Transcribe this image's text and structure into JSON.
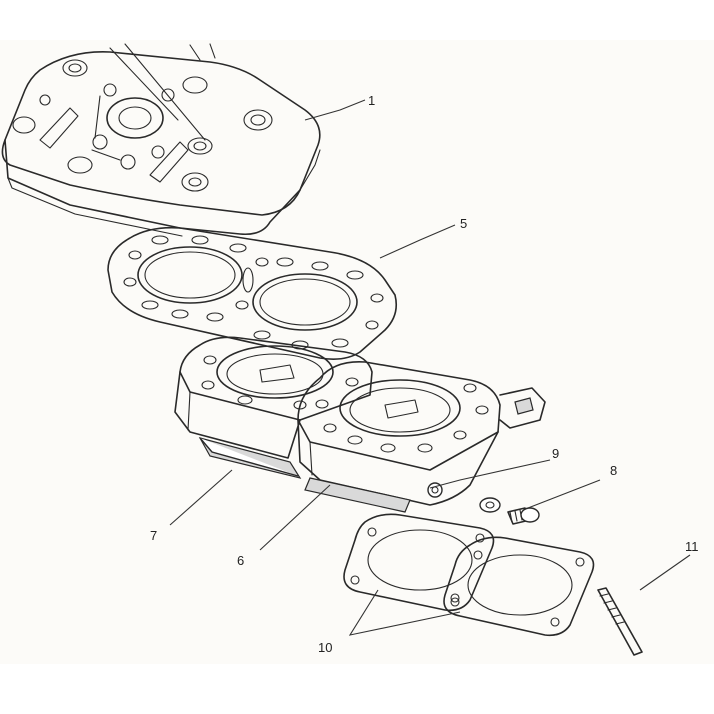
{
  "callouts": {
    "c1": "1",
    "c5": "5",
    "c9": "9",
    "c8": "8",
    "c7": "7",
    "c6": "6",
    "c11": "11",
    "c10": "10"
  },
  "colors": {
    "ink": "#2a2a2a",
    "paper": "#fcfbf8"
  }
}
